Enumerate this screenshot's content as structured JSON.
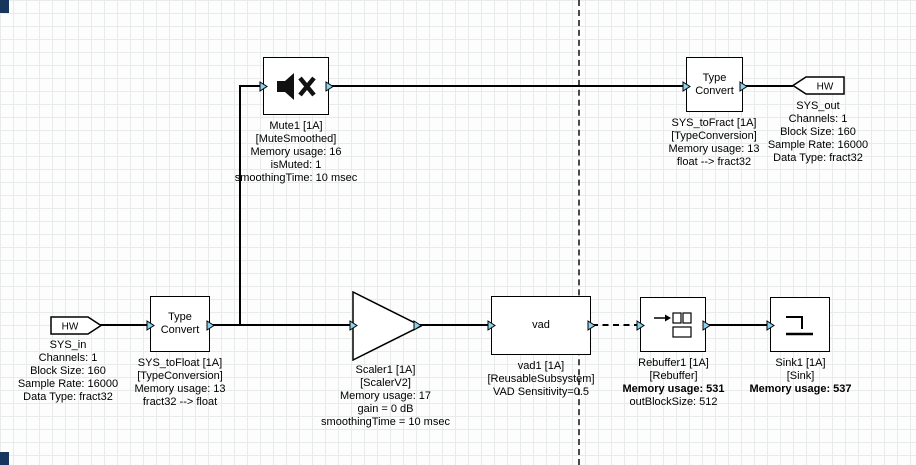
{
  "canvas": {
    "name": "signal-flow-designer-canvas",
    "wire_color": "#000000",
    "pin_color": "#8bd3ee",
    "divider_color": "#4a4a4a",
    "corner_color": "#17365d",
    "grid_color": "#e8ebeb"
  },
  "blocks": {
    "sys_in": {
      "tag_label": "HW",
      "lines": [
        "SYS_in",
        "Channels: 1",
        "Block Size: 160",
        "Sample Rate: 16000",
        "Data Type: fract32"
      ]
    },
    "sys_to_float": {
      "body": "Type Convert",
      "lines": [
        "SYS_toFloat [1A]",
        "[TypeConversion]",
        "Memory usage: 13",
        "fract32 --> float"
      ]
    },
    "mute1": {
      "icon": "muted-speaker-icon",
      "lines": [
        "Mute1 [1A]",
        "[MuteSmoothed]",
        "Memory usage: 16",
        "isMuted: 1",
        "smoothingTime: 10 msec"
      ]
    },
    "scaler1": {
      "icon": "amplifier-triangle-icon",
      "lines": [
        "Scaler1 [1A]",
        "[ScalerV2]",
        "Memory usage: 17",
        "gain = 0 dB",
        "smoothingTime = 10 msec"
      ]
    },
    "vad1": {
      "body": "vad",
      "lines": [
        "vad1 [1A]",
        "[ReusableSubsystem]",
        "VAD Sensitivity=0.5"
      ]
    },
    "rebuffer1": {
      "icon": "rebuffer-icon",
      "lines": [
        "Rebuffer1 [1A]",
        "[Rebuffer]",
        "Memory usage: 531",
        "outBlockSize: 512"
      ]
    },
    "sink1": {
      "icon": "sink-icon",
      "lines": [
        "Sink1 [1A]",
        "[Sink]",
        "Memory usage: 537"
      ]
    },
    "sys_to_fract": {
      "body": "Type Convert",
      "lines": [
        "SYS_toFract [1A]",
        "[TypeConversion]",
        "Memory usage: 13",
        "float --> fract32"
      ]
    },
    "sys_out": {
      "tag_label": "HW",
      "lines": [
        "SYS_out",
        "Channels: 1",
        "Block Size: 160",
        "Sample Rate: 16000",
        "Data Type: fract32"
      ]
    }
  }
}
